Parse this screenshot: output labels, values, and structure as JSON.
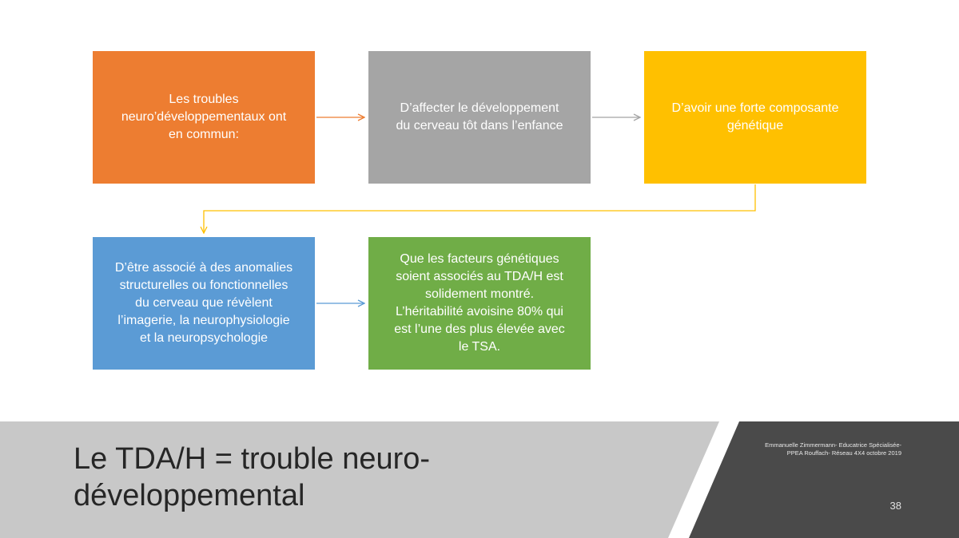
{
  "colors": {
    "orange": "#ed7d31",
    "gray": "#a5a5a5",
    "gold": "#ffc000",
    "blue": "#5b9bd5",
    "green": "#70ad47",
    "footer_light": "#c8c8c8",
    "footer_dark": "#4a4a4a"
  },
  "boxes": [
    {
      "lines": [
        "Les troubles",
        "neuro’développementaux ont",
        "en commun:"
      ]
    },
    {
      "lines": [
        "D’affecter le développement",
        "du cerveau tôt dans l’enfance"
      ]
    },
    {
      "lines": [
        "D’avoir une forte composante",
        "génétique"
      ]
    },
    {
      "lines": [
        "D’être associé à des anomalies",
        "structurelles ou fonctionnelles",
        "du cerveau que révèlent",
        "l’imagerie, la neurophysiologie",
        "et la neuropsychologie"
      ]
    },
    {
      "lines": [
        "Que les facteurs génétiques",
        "soient associés au TDA/H est",
        "solidement montré.",
        "L’héritabilité avoisine 80% qui",
        "est l’une des plus élevée avec",
        "le TSA."
      ]
    }
  ],
  "footer": {
    "title_lines": [
      "Le TDA/H = trouble neuro-",
      "développemental"
    ],
    "credit_lines": [
      "Emmanuelle Zimmermann- Educatrice Spécialisée-",
      "PPEA Rouffach- Réseau 4X4 octobre 2019"
    ],
    "page_number": "38"
  }
}
